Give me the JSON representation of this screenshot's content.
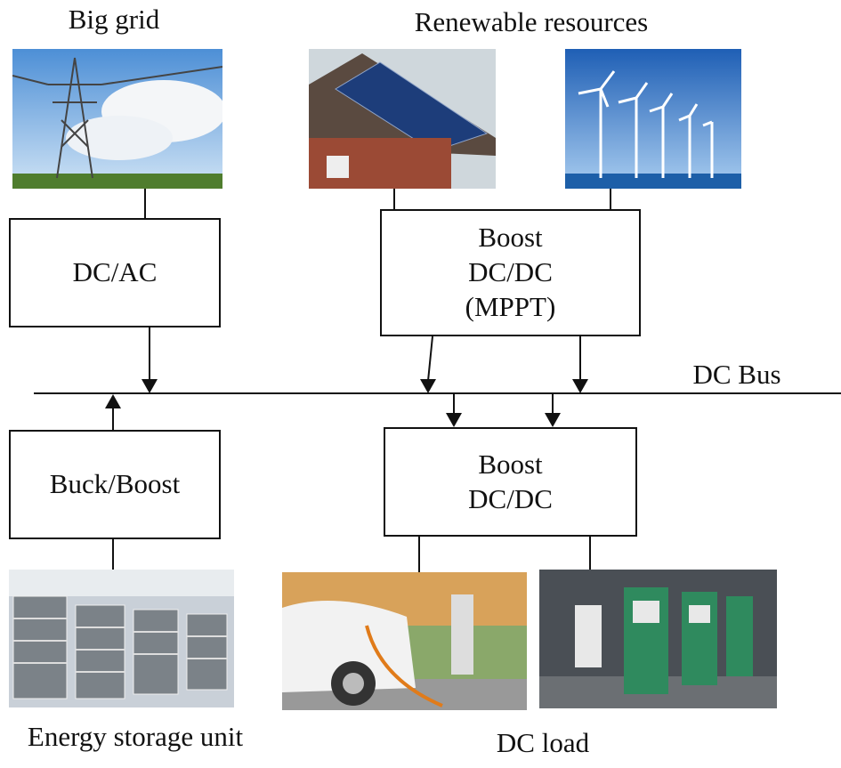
{
  "labels": {
    "big_grid": "Big grid",
    "renewable": "Renewable resources",
    "dc_bus": "DC Bus",
    "storage": "Energy storage unit",
    "dc_load": "DC load"
  },
  "boxes": {
    "dcac": [
      "DC/AC"
    ],
    "boost_mppt": [
      "Boost",
      "DC/DC",
      "(MPPT)"
    ],
    "buckboost": [
      "Buck/Boost"
    ],
    "boost_load": [
      "Boost",
      "DC/DC"
    ]
  },
  "colors": {
    "line": "#111111",
    "sky": "#7fb2e0",
    "grass": "#5c8a3a"
  }
}
